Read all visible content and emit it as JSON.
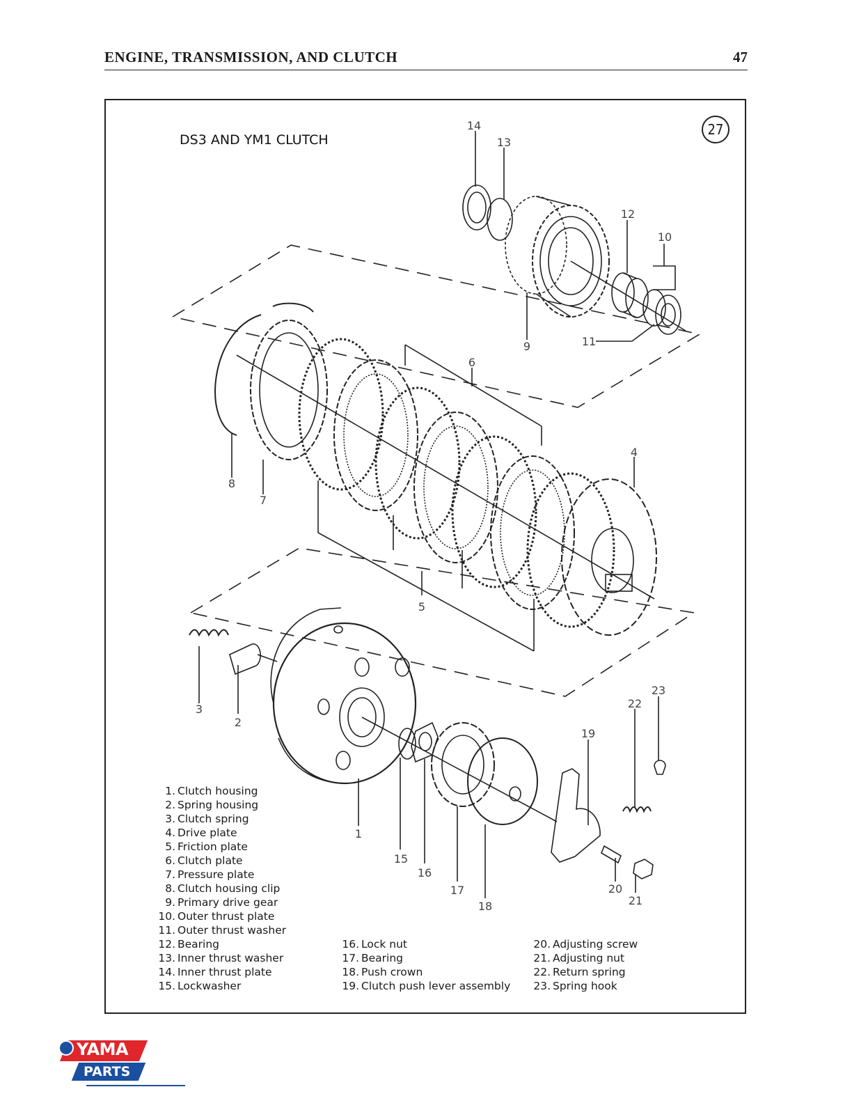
{
  "header": {
    "running_title": "ENGINE, TRANSMISSION, AND CLUTCH",
    "page_number": "47"
  },
  "figure": {
    "title": "DS3 AND YM1 CLUTCH",
    "number": "27",
    "callouts": [
      "1",
      "2",
      "3",
      "4",
      "5",
      "6",
      "7",
      "8",
      "9",
      "10",
      "11",
      "12",
      "13",
      "14",
      "15",
      "16",
      "17",
      "18",
      "19",
      "20",
      "21",
      "22",
      "23"
    ]
  },
  "legend": {
    "col1": [
      {
        "num": "1.",
        "label": "Clutch housing"
      },
      {
        "num": "2.",
        "label": "Spring housing"
      },
      {
        "num": "3.",
        "label": "Clutch spring"
      },
      {
        "num": "4.",
        "label": "Drive plate"
      },
      {
        "num": "5.",
        "label": "Friction plate"
      },
      {
        "num": "6.",
        "label": "Clutch plate"
      },
      {
        "num": "7.",
        "label": "Pressure plate"
      },
      {
        "num": "8.",
        "label": "Clutch housing clip"
      },
      {
        "num": "9.",
        "label": "Primary drive gear"
      },
      {
        "num": "10.",
        "label": "Outer thrust plate"
      },
      {
        "num": "11.",
        "label": "Outer thrust washer"
      },
      {
        "num": "12.",
        "label": "Bearing"
      },
      {
        "num": "13.",
        "label": "Inner thrust washer"
      },
      {
        "num": "14.",
        "label": "Inner thrust plate"
      },
      {
        "num": "15.",
        "label": "Lockwasher"
      }
    ],
    "col2": [
      {
        "num": "16.",
        "label": "Lock nut"
      },
      {
        "num": "17.",
        "label": "Bearing"
      },
      {
        "num": "18.",
        "label": "Push crown"
      },
      {
        "num": "19.",
        "label": "Clutch push lever assembly"
      }
    ],
    "col3": [
      {
        "num": "20.",
        "label": "Adjusting screw"
      },
      {
        "num": "21.",
        "label": "Adjusting nut"
      },
      {
        "num": "22.",
        "label": "Return spring"
      },
      {
        "num": "23.",
        "label": "Spring hook"
      }
    ]
  },
  "brand": {
    "top": "YAMA",
    "bottom": "PARTS",
    "colors": {
      "red": "#e0262b",
      "blue": "#1b4fa0"
    }
  }
}
